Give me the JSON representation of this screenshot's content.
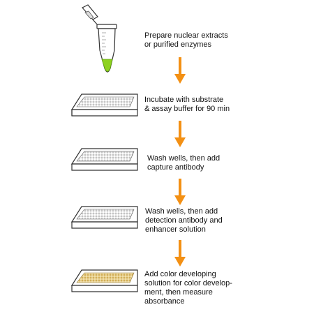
{
  "colors": {
    "arrow": "#f39014",
    "plate_outline": "#333333",
    "plate_fill": "#ffffff",
    "well_fill_default": "#ffffff",
    "well_fill_developed": "#e6c270",
    "tube_liquid": "#8ed21f"
  },
  "icons": {
    "tube": "microcentrifuge-tube-icon",
    "plate": "microplate-icon",
    "arrow": "down-arrow-icon"
  },
  "steps": [
    {
      "lines": [
        "Prepare nuclear extracts",
        "or purified enzymes"
      ]
    },
    {
      "lines": [
        "Incubate with substrate",
        "& assay buffer for 90 min"
      ]
    },
    {
      "lines": [
        "Wash wells, then add",
        "capture antibody"
      ]
    },
    {
      "lines": [
        "Wash wells, then add",
        "detection antibody and",
        "enhancer solution"
      ]
    },
    {
      "lines": [
        "Add color developing",
        "solution for color develop-",
        "ment, then measure",
        "absorbance"
      ]
    }
  ]
}
